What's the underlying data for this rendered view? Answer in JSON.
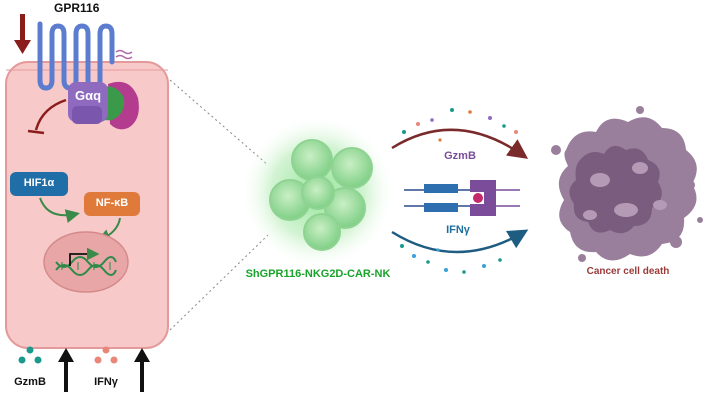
{
  "colors": {
    "cell_fill": "#f7c9c9",
    "cell_stroke": "#e49a9a",
    "receptor": "#5b7ccf",
    "galpha_q": "#8e6bbf",
    "hif1a": "#1f6ea8",
    "nfkb": "#e07a3a",
    "nk_green": "#6dcf7a",
    "cancer_purple": "#8a6a8e",
    "gzmb_arrow": "#7a2a2a",
    "ifng_arrow": "#1e5c82",
    "gzmb_dots": "#1a9a8c",
    "ifng_dots": "#e8867a",
    "label_green": "#1aa32a",
    "label_red": "#9a3a3a",
    "label_purple": "#7a4c9a",
    "label_blue": "#1e6e9e"
  },
  "labels": {
    "receptor": "GPR116",
    "galpha": "Gαq",
    "hif": "HIF1α",
    "nfkb": "NF-κB",
    "nk_cell": "ShGPR116-NKG2D-CAR-NK",
    "gzmb_center": "GzmB",
    "ifng_center": "IFNγ",
    "cancer": "Cancer cell death",
    "gzmb_bottom": "GzmB",
    "ifng_bottom": "IFNγ"
  },
  "icons": [
    "down-arrow-icon",
    "inhibition-icon",
    "activation-arrow-icon",
    "dna-icon",
    "up-arrow-icon",
    "car-construct-icon"
  ]
}
